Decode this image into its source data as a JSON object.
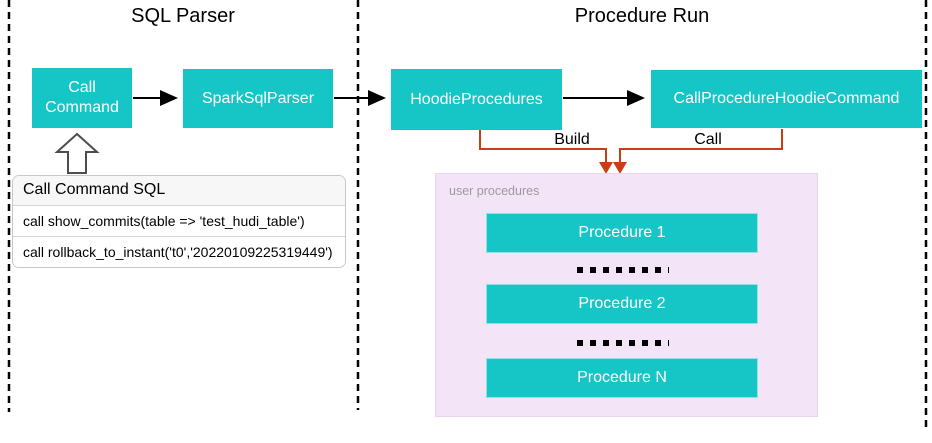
{
  "diagram": {
    "sql_parser": {
      "title": "SQL Parser",
      "call_command_node": "Call\nCommand",
      "spark_sql_parser_node": "SparkSqlParser",
      "sql_table": {
        "header": "Call Command SQL",
        "rows": [
          "call show_commits(table => 'test_hudi_table')",
          "call rollback_to_instant('t0','20220109225319449')"
        ]
      }
    },
    "procedure_run": {
      "title": "Procedure Run",
      "hoodie_procedures_node": "HoodieProcedures",
      "call_procedure_hoodie_command_node": "CallProcedureHoodieCommand",
      "build_edge_label": "Build",
      "call_edge_label": "Call",
      "user_procedures": {
        "label": "user procedures",
        "procedures": [
          "Procedure 1",
          "Procedure 2",
          "Procedure N"
        ]
      }
    },
    "colors": {
      "node_teal": "#16C5C5",
      "connector_orange": "#CC3E12",
      "panel_purple": "#F4E4F7",
      "arrow_black": "#000000"
    }
  }
}
